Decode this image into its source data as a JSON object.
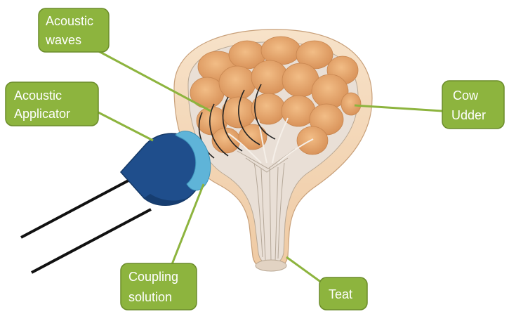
{
  "labels": {
    "acoustic_waves": [
      "Acoustic",
      "waves"
    ],
    "acoustic_applicator": [
      "Acoustic",
      "Applicator"
    ],
    "cow_udder": [
      "Cow",
      "Udder"
    ],
    "coupling_solution": [
      "Coupling",
      "solution"
    ],
    "teat": [
      "Teat"
    ]
  },
  "colors": {
    "callout_fill": "#8db43e",
    "callout_stroke": "#6b8c2a",
    "callout_text": "#ffffff",
    "applicator_body": "#1f4e8c",
    "coupling_gel": "#5fb4d8",
    "tissue": "#e8a76a",
    "udder_wall": "#f4d7b8",
    "probe_cable": "#111111",
    "wave_line": "#222222"
  },
  "icons": {
    "applicator": "acoustic-applicator-probe",
    "udder": "cow-udder-cross-section"
  }
}
